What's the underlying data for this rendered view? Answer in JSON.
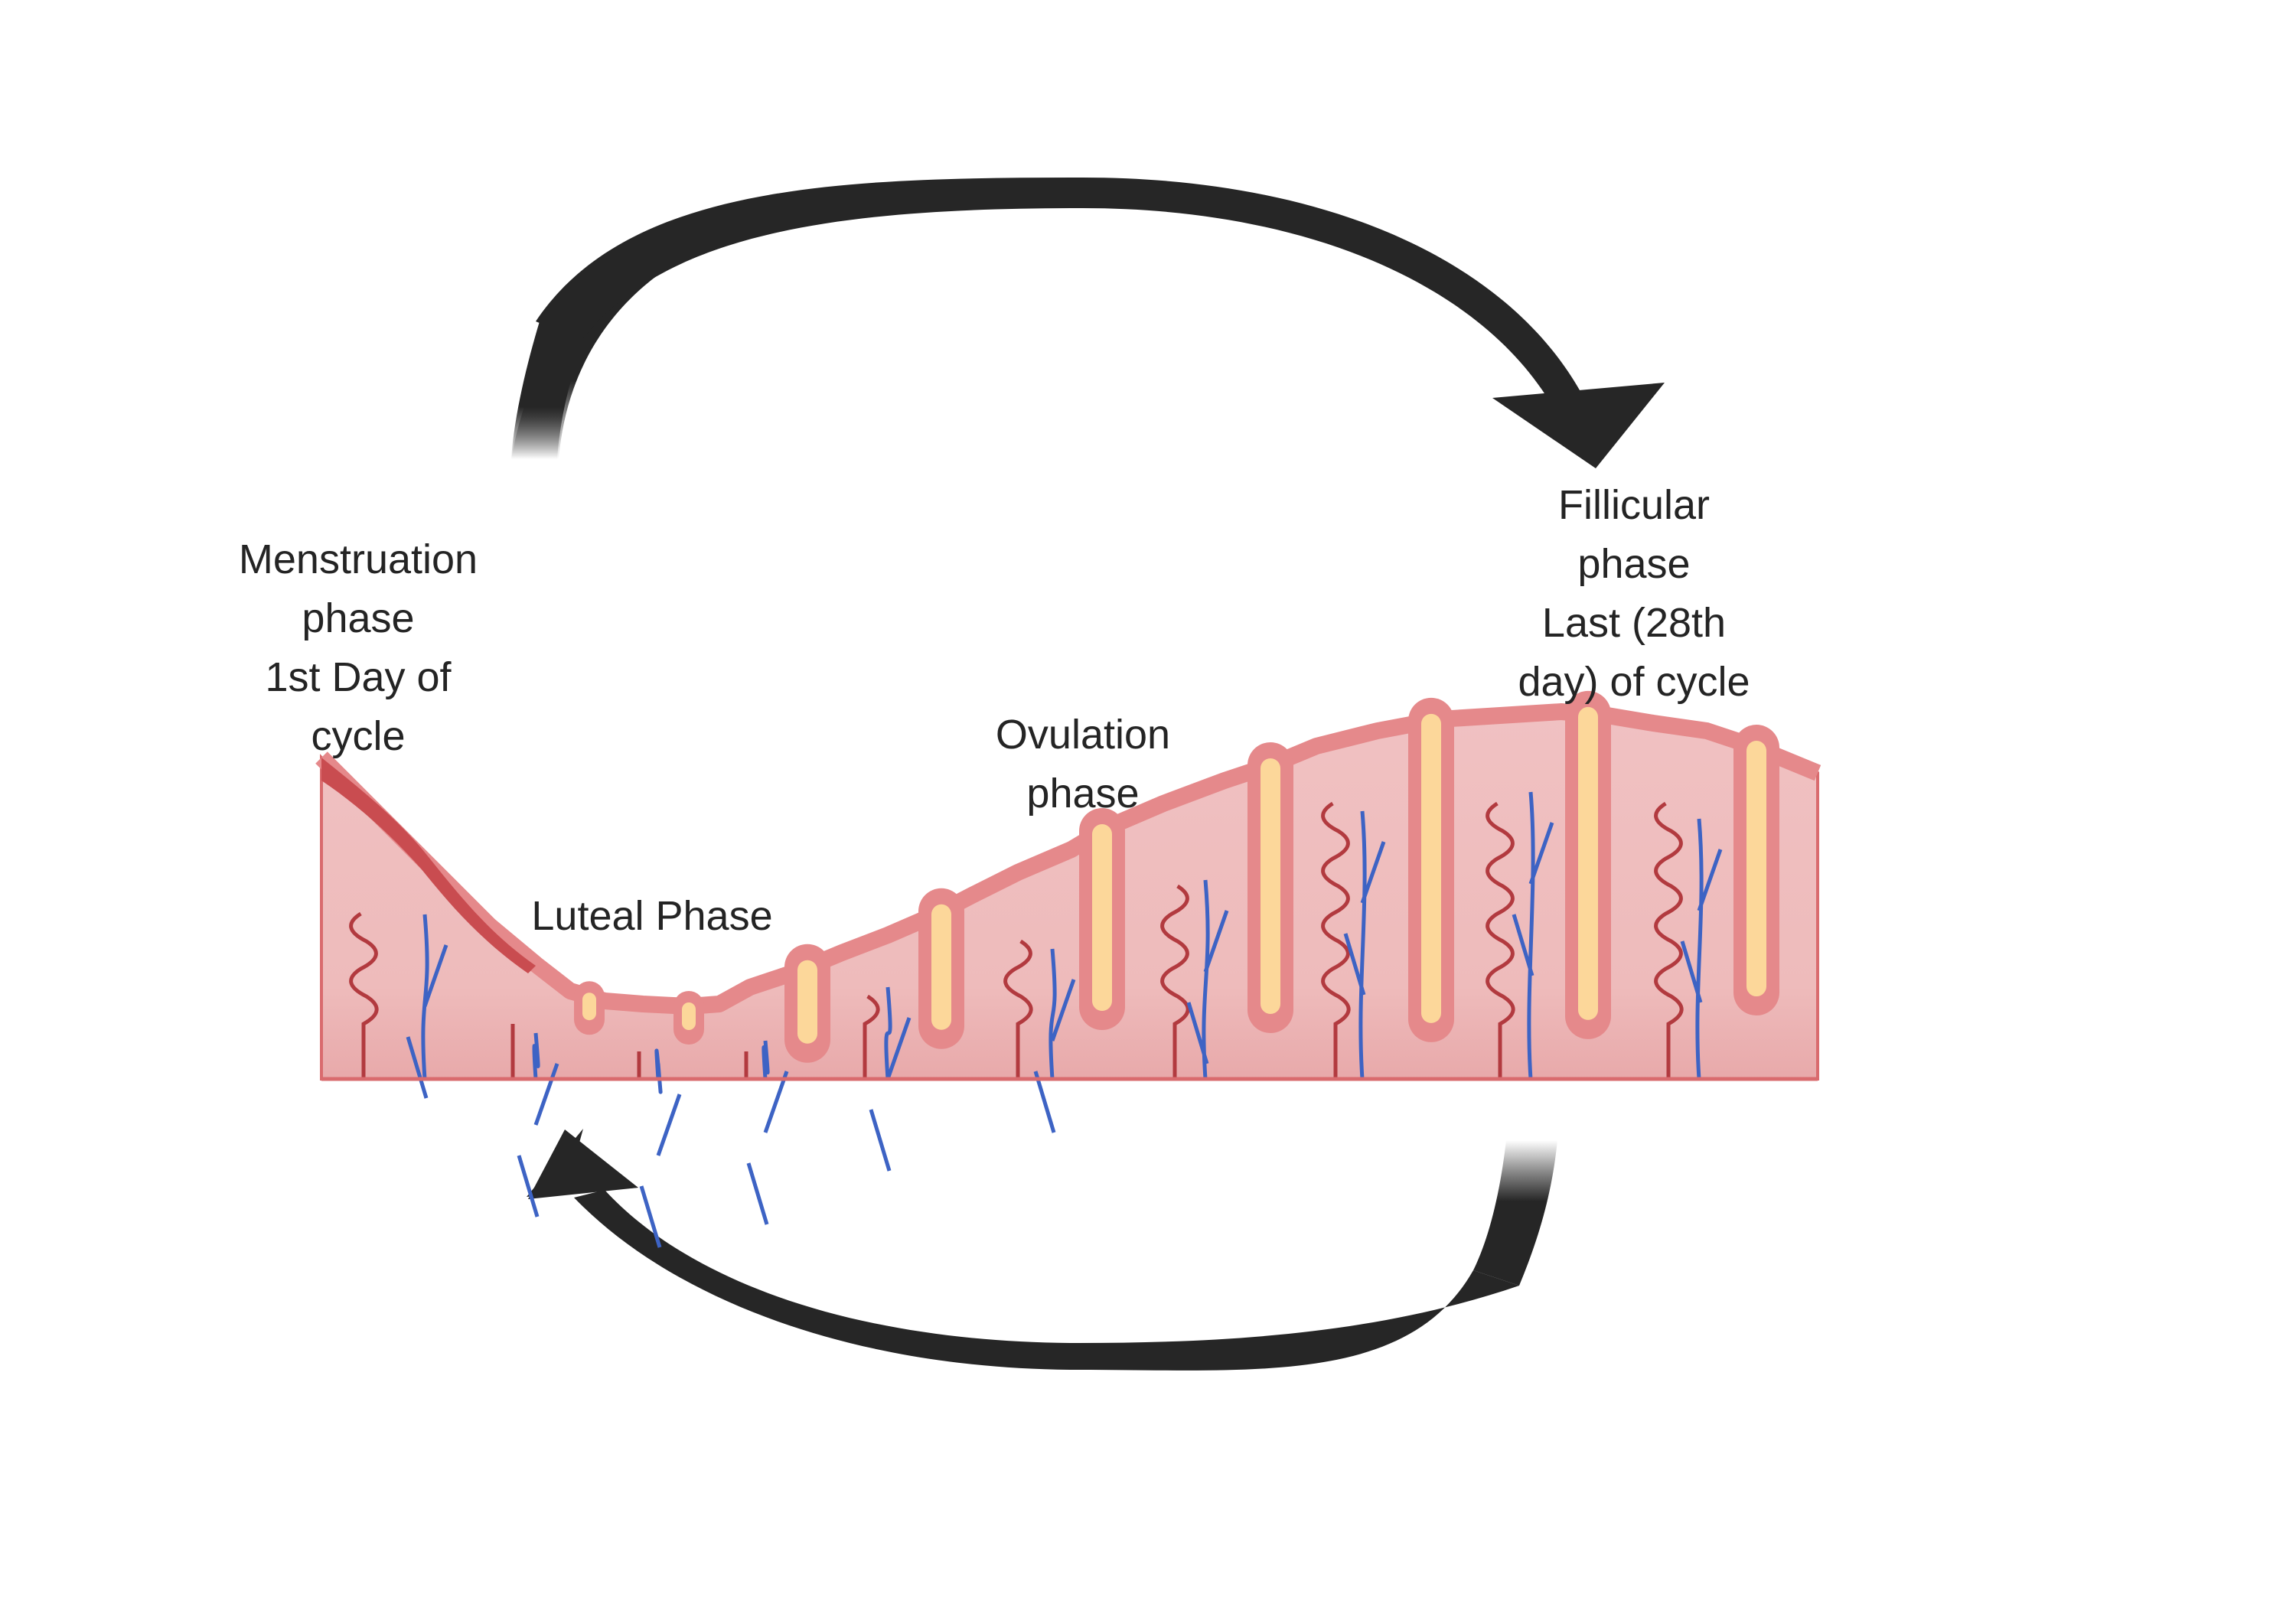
{
  "diagram": {
    "title": "Endometrial cycle",
    "labels": {
      "menstruation": [
        "Menstruation",
        "phase",
        "1st Day of",
        "cycle"
      ],
      "luteal": [
        "Luteal Phase"
      ],
      "ovulation": [
        "Ovulation",
        "phase"
      ],
      "follicular": [
        "Fillicular",
        "phase",
        "Last (28th",
        "day) of cycle"
      ]
    },
    "colors": {
      "arrow": "#262626",
      "tissue_fill": "#efbcbd",
      "tissue_fill_deep": "#e8a8aa",
      "tissue_edge": "#e5898b",
      "tissue_outline": "#d96b6e",
      "menstrual_layer": "#c94c50",
      "gland_secretion": "#fcd79a",
      "gland_edge": "#f0b64a",
      "artery": "#b23a3f",
      "vein": "#3d63c4"
    },
    "cycle_arrows": [
      {
        "name": "top-arrow",
        "direction": "clockwise"
      },
      {
        "name": "bottom-arrow",
        "direction": "clockwise"
      }
    ]
  }
}
